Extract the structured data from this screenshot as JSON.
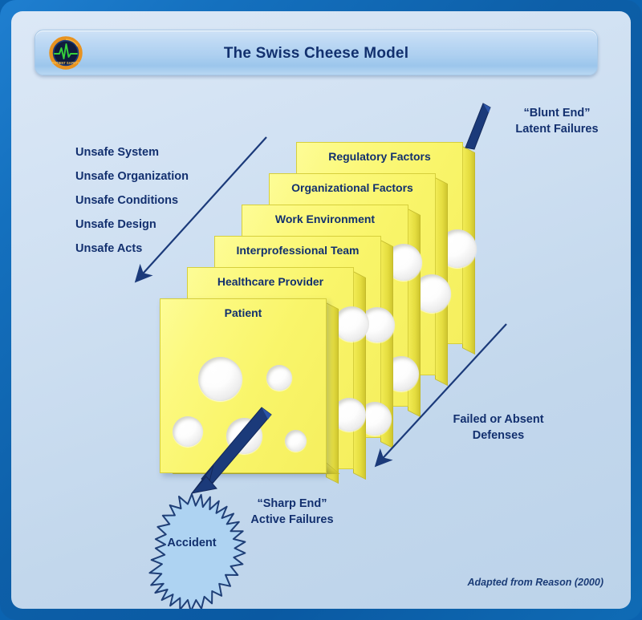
{
  "window": {
    "title": "The Swiss Cheese Model",
    "logo_icon": "medical-ecg-badge-icon"
  },
  "left_labels": [
    "Unsafe System",
    "Unsafe Organization",
    "Unsafe Conditions",
    "Unsafe Design",
    "Unsafe Acts"
  ],
  "slices": [
    {
      "label": "Regulatory Factors"
    },
    {
      "label": "Organizational Factors"
    },
    {
      "label": "Work Environment"
    },
    {
      "label": "Interprofessional Team"
    },
    {
      "label": "Healthcare Provider"
    },
    {
      "label": "Patient"
    }
  ],
  "annotations": {
    "blunt_end": "“Blunt End”\nLatent Failures",
    "failed_defenses": "Failed or Absent\nDefenses",
    "sharp_end": "“Sharp End”\nActive Failures",
    "accident": "Accident"
  },
  "credit": "Adapted from Reason (2000)",
  "colors": {
    "frame_blue": "#0d5fa8",
    "stage_blue": "#c9dcf0",
    "title_blue": "#aed0f0",
    "text_navy": "#12306e",
    "cheese_yellow": "#f9f56a",
    "cheese_edge": "#d6cf3c",
    "arrow_navy": "#1b3a7a",
    "accident_fill": "#aed3f2",
    "hole_white": "#ffffff",
    "logo_ring": "#e8921f",
    "logo_ecg": "#35d13b"
  }
}
